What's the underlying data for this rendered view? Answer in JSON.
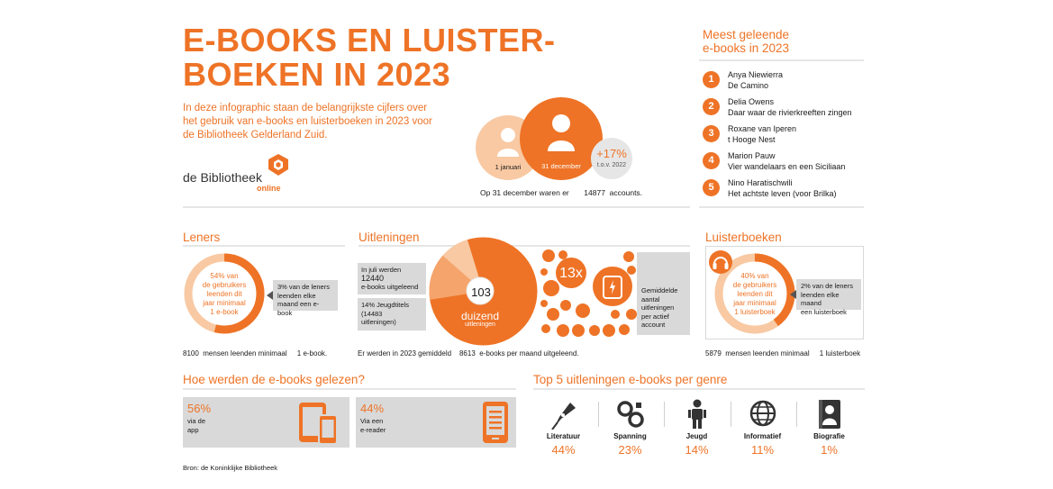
{
  "header": {
    "title_line1": "E-BOOKS EN LUISTER-",
    "title_line2": "BOEKEN IN 2023",
    "intro": [
      "In deze infographic staan de belangrijkste cijfers over",
      "het gebruik  van e-books en luisterboeken in 2023 voor",
      "de Bibliotheek Gelderland Zuid."
    ],
    "logo_text": "de Bibliotheek",
    "logo_sub": "online"
  },
  "accounts": {
    "label_jan": "1 januari",
    "label_dec": "31 december",
    "growth": "+17%",
    "growth_sub": "t.o.v. 2022",
    "caption_pre": "Op 31 december waren er",
    "count": "14877",
    "caption_post": "accounts."
  },
  "top_read": {
    "heading_line1": "Meest geleende",
    "heading_line2": "e-books in 2023",
    "items": [
      {
        "rank": "1",
        "author": "Anya Niewierra",
        "title": "De Camino"
      },
      {
        "rank": "2",
        "author": "Delia Owens",
        "title": "Daar waar de rivierkreeften zingen"
      },
      {
        "rank": "3",
        "author": "Roxane van Iperen",
        "title": "t Hooge Nest"
      },
      {
        "rank": "4",
        "author": "Marion Pauw",
        "title": "Vier wandelaars en een Siciliaan"
      },
      {
        "rank": "5",
        "author": "Nino Haratischwili",
        "title": "Het achtste leven (voor Brilka)"
      }
    ]
  },
  "leners": {
    "heading": "Leners",
    "ring_text": [
      "54% van",
      "de gebruikers",
      "leenden dit",
      "jaar minimaal",
      "1 e-book"
    ],
    "ring_percent": 54,
    "side_text": [
      "3% van de leners",
      "leenden elke",
      "maand een e-book"
    ],
    "footer_count": "8100",
    "footer_text": "mensen leenden minimaal",
    "footer_unit": "1 e-book."
  },
  "uitleningen": {
    "heading": "Uitleningen",
    "box1": [
      "In juli werden",
      "12440",
      "e-books uitgeleend"
    ],
    "box2": [
      "14% Jeugdtitels",
      "(14483",
      "uitleningen)"
    ],
    "center_value": "103",
    "big_label": "duizend",
    "big_sub": "uitleningen",
    "jeugd_percent": 14,
    "multiplier": "13x",
    "side_text": [
      "Gemiddelde",
      "aantal",
      "uitleningen",
      "per actief",
      "account"
    ],
    "footer_pre": "Er werden in 2023 gemiddeld",
    "footer_count": "8613",
    "footer_post": "e-books per maand uitgeleend."
  },
  "luisterboeken": {
    "heading": "Luisterboeken",
    "ring_text": [
      "40% van",
      "de gebruikers",
      "leenden dit",
      "jaar minimaal",
      "1 luisterboek"
    ],
    "ring_percent": 40,
    "side_text": [
      "2% van de leners",
      "leenden elke maand",
      "een luisterboek"
    ],
    "footer_count": "5879",
    "footer_text": "mensen leenden minimaal",
    "footer_unit": "1 luisterboek"
  },
  "reading": {
    "heading": "Hoe werden de e-books gelezen?",
    "app_percent": "56%",
    "app_text": [
      "via de",
      "app"
    ],
    "reader_percent": "44%",
    "reader_text": [
      "Via een",
      "e-reader"
    ],
    "source": "Bron: de Koninklijke Bibliotheek"
  },
  "genres": {
    "heading": "Top 5 uitleningen e-books per genre",
    "items": [
      {
        "icon": "pen-nib-icon",
        "label": "Literatuur",
        "value": "44%"
      },
      {
        "icon": "handcuffs-icon",
        "label": "Spanning",
        "value": "23%"
      },
      {
        "icon": "child-icon",
        "label": "Jeugd",
        "value": "14%"
      },
      {
        "icon": "globe-icon",
        "label": "Informatief",
        "value": "11%"
      },
      {
        "icon": "portrait-icon",
        "label": "Biografie",
        "value": "1%"
      }
    ]
  },
  "colors": {
    "accent": "#ee7326",
    "light_accent": "#f8c9a3",
    "grey": "#d9d9d9"
  }
}
